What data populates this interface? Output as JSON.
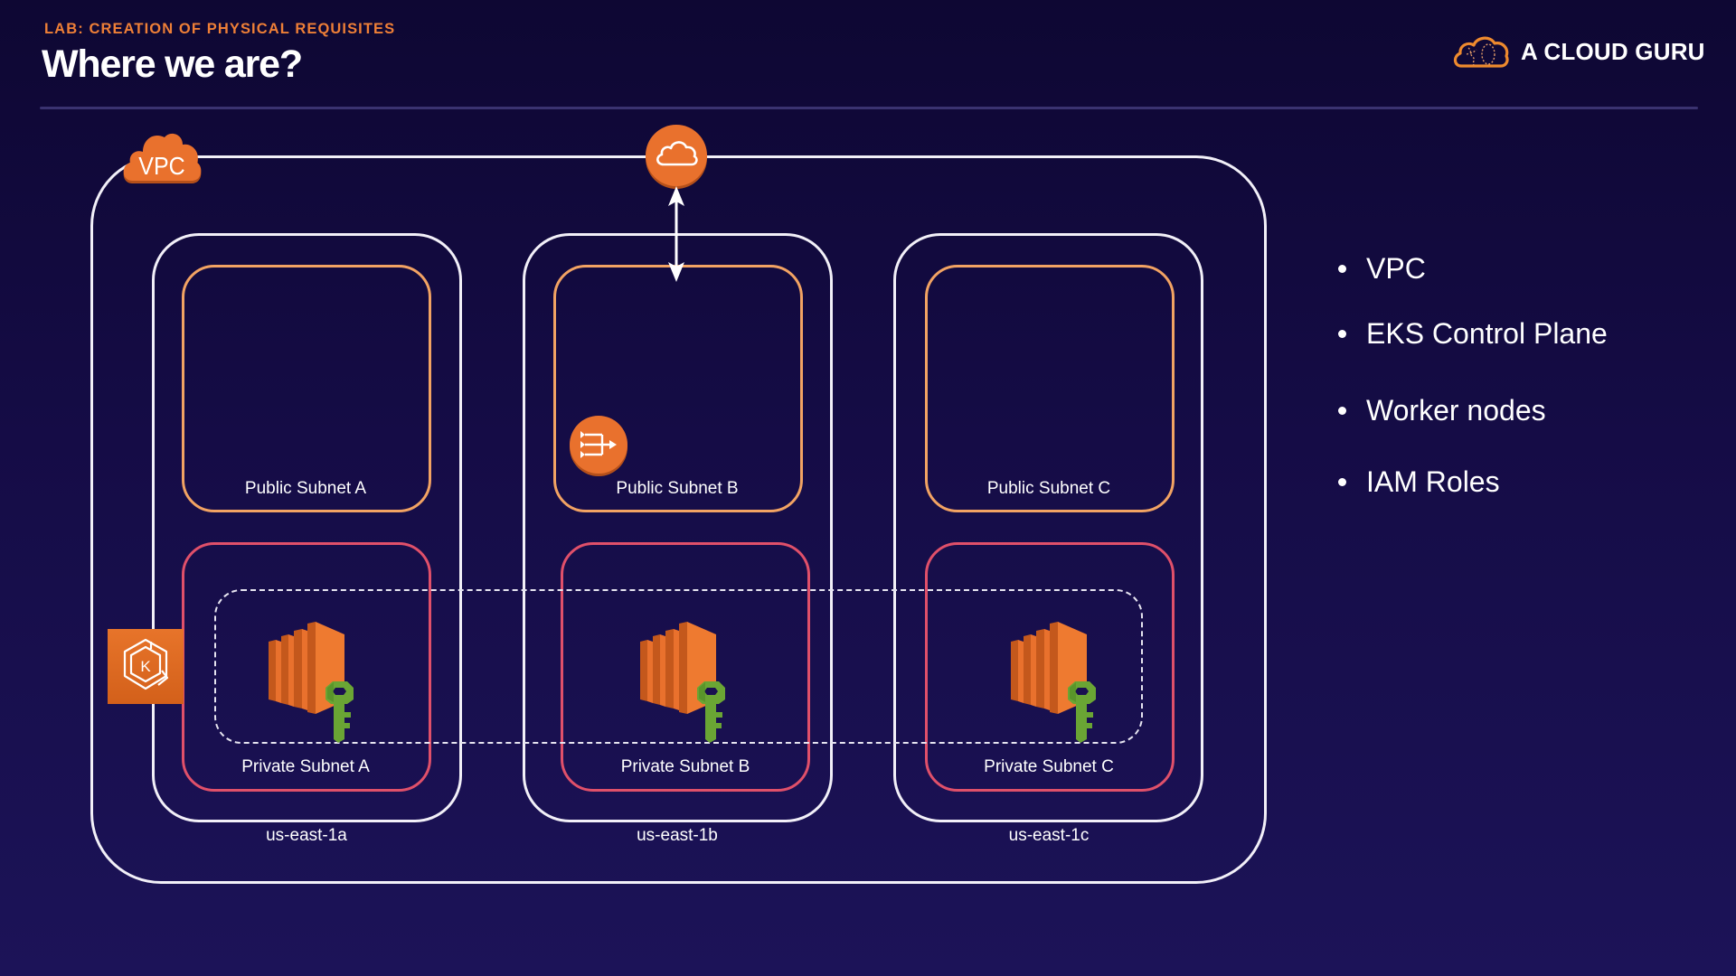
{
  "header": {
    "subtitle": "LAB: CREATION OF PHYSICAL REQUISITES",
    "title": "Where we are?",
    "logo_icon": "cloud-guru-icon",
    "logo_text": "A CLOUD GURU"
  },
  "diagram": {
    "vpc_label": "VPC",
    "internet_gateway_icon": "cloud-icon",
    "nat_gateway_icon": "nat-gateway-icon",
    "eks_icon": "eks-kubernetes-icon",
    "eks_letter": "K",
    "availability_zones": [
      {
        "name": "us-east-1a",
        "public_subnet": "Public Subnet A",
        "private_subnet": "Private Subnet A"
      },
      {
        "name": "us-east-1b",
        "public_subnet": "Public Subnet B",
        "private_subnet": "Private Subnet B"
      },
      {
        "name": "us-east-1c",
        "public_subnet": "Public Subnet C",
        "private_subnet": "Private Subnet C"
      }
    ],
    "worker_node_icon": "ec2-instance-icon",
    "iam_role_icon": "iam-key-icon"
  },
  "bullets": [
    "VPC",
    "EKS Control Plane",
    "Worker nodes",
    "IAM Roles"
  ],
  "colors": {
    "accent_orange": "#ee7f37",
    "public_subnet_border": "#f2a363",
    "private_subnet_border": "#e0506a",
    "iam_green": "#6aa534"
  }
}
